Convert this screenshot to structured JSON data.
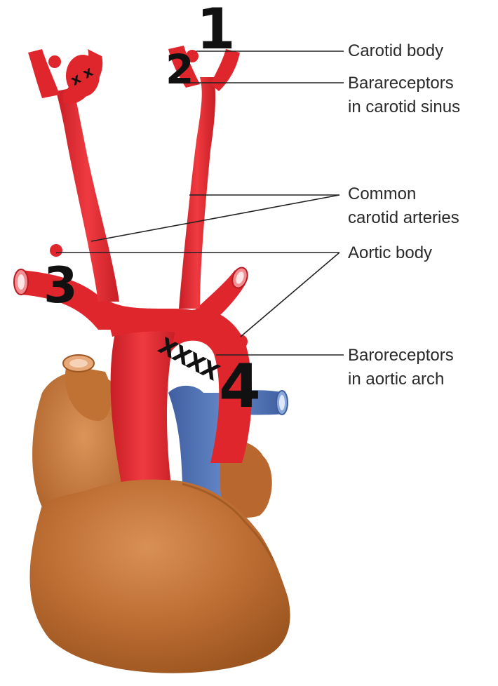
{
  "labels": {
    "carotid_body": "Carotid body",
    "barareceptors_line1": "Barareceptors",
    "barareceptors_line2": "in carotid sinus",
    "common_carotid_line1": "Common",
    "common_carotid_line2": "carotid arteries",
    "aortic_body": "Aortic body",
    "baroreceptors_line1": "Baroreceptors",
    "baroreceptors_line2": "in aortic arch"
  },
  "annotations": {
    "marker_1": "1",
    "marker_2": "2",
    "marker_3": "3",
    "marker_4": "4",
    "x_marks_carotid": "x x",
    "x_marks_arch": "XXXX"
  },
  "colors": {
    "artery": "#e8262e",
    "artery_dark": "#b51b22",
    "vein": "#4a6fb5",
    "heart": "#b8682f",
    "heart_light": "#d68a4c",
    "leader_line": "#222222",
    "label_text": "#2a2a2a"
  }
}
